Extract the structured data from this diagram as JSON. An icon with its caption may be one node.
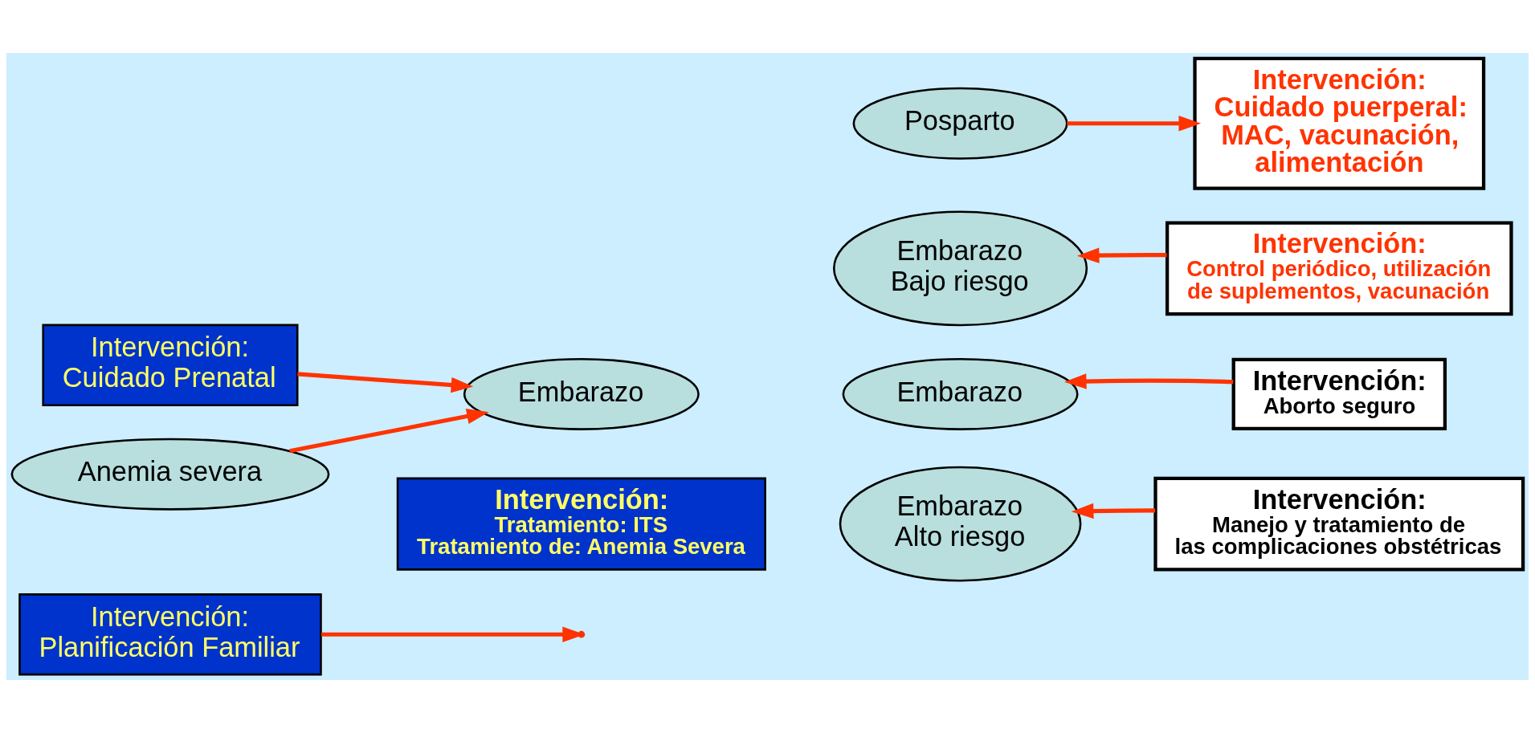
{
  "diagram": {
    "nodes": [
      {
        "text": [
          "Intervención:",
          "Planificación Familiar"
        ]
      },
      {
        "text": [
          "Intervención:",
          "Cuidado Prenatal"
        ]
      },
      {
        "text": [
          "Anemia severa"
        ]
      },
      {
        "text": [
          "Embarazo"
        ]
      },
      {
        "text": [
          "Intervención:",
          "Tratamiento: ITS",
          "Tratamiento de: Anemia Severa"
        ]
      },
      {
        "text": [
          "Embarazo"
        ]
      },
      {
        "text": [
          "Intervención:",
          "Aborto seguro"
        ]
      },
      {
        "text": [
          "Embarazo Bajo riesgo"
        ]
      },
      {
        "text": [
          "Intervención:",
          "Control periódico, utilización de suplementos, vacunación"
        ]
      },
      {
        "text": [
          "Embarazo Alto riesgo"
        ]
      },
      {
        "text": [
          "Intervención:",
          "Manejo y tratamiento de las complicaciones obstétricas"
        ]
      },
      {
        "text": [
          "Posparto"
        ]
      },
      {
        "text": [
          "Intervención:",
          "Cuidado puerperal: MAC, vacunación, alimentación"
        ]
      }
    ],
    "edges": [
      {
        "from": 0,
        "to": null,
        "arrow": "to"
      },
      {
        "from": 1,
        "to": 3,
        "arrow": "to"
      },
      {
        "from": 2,
        "to": 3,
        "arrow": "to"
      },
      {
        "from": 6,
        "to": 5,
        "arrow": "to"
      },
      {
        "from": 8,
        "to": 7,
        "arrow": "to"
      },
      {
        "from": 10,
        "to": 9,
        "arrow": "to"
      },
      {
        "from": 11,
        "to": 12,
        "arrow": "to"
      }
    ]
  }
}
